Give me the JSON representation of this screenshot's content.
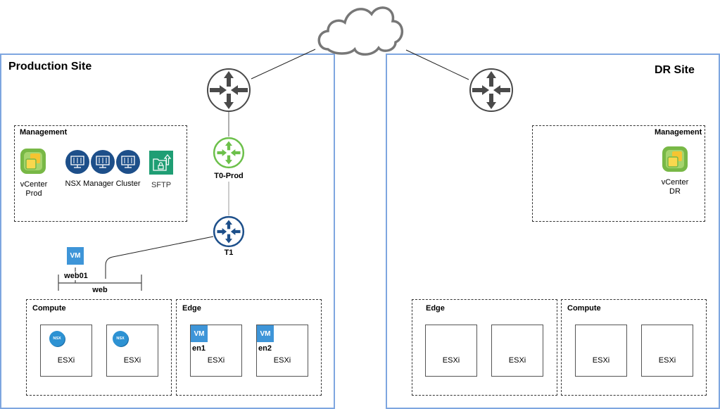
{
  "cloud": {
    "icon": "cloud-icon"
  },
  "production_site": {
    "title": "Production Site",
    "edge_router": {
      "icon": "router-icon"
    },
    "t0_router": {
      "label": "T0-Prod",
      "color": "#6cc04a"
    },
    "t1_router": {
      "label": "T1",
      "color": "#1d4f8a"
    },
    "management": {
      "title": "Management",
      "vcenter": {
        "line1": "vCenter",
        "line2": "Prod"
      },
      "nsx_manager_cluster": {
        "label": "NSX Manager Cluster",
        "count": 3
      },
      "sftp": {
        "label": "SFTP"
      }
    },
    "segment": {
      "name": "web",
      "vm": {
        "badge": "VM",
        "name": "web01"
      }
    },
    "compute": {
      "title": "Compute",
      "hosts": [
        {
          "label": "ESXi",
          "badge": "NSX"
        },
        {
          "label": "ESXi",
          "badge": "NSX"
        }
      ]
    },
    "edge": {
      "title": "Edge",
      "hosts": [
        {
          "label": "ESXi",
          "vm_badge": "VM",
          "vm_name": "en1"
        },
        {
          "label": "ESXi",
          "vm_badge": "VM",
          "vm_name": "en2"
        }
      ]
    }
  },
  "dr_site": {
    "title": "DR Site",
    "edge_router": {
      "icon": "router-icon"
    },
    "management": {
      "title": "Management",
      "vcenter": {
        "line1": "vCenter",
        "line2": "DR"
      }
    },
    "edge": {
      "title": "Edge",
      "hosts": [
        {
          "label": "ESXi"
        },
        {
          "label": "ESXi"
        }
      ]
    },
    "compute": {
      "title": "Compute",
      "hosts": [
        {
          "label": "ESXi"
        },
        {
          "label": "ESXi"
        }
      ]
    }
  },
  "colors": {
    "site_border": "#7ea6e0",
    "router_gray": "#4a4a4a",
    "vm_blue": "#3e95d8",
    "nsx_navy": "#1d4f8a",
    "sftp_green": "#1f9e74",
    "vcenter_green": "#78b846"
  }
}
